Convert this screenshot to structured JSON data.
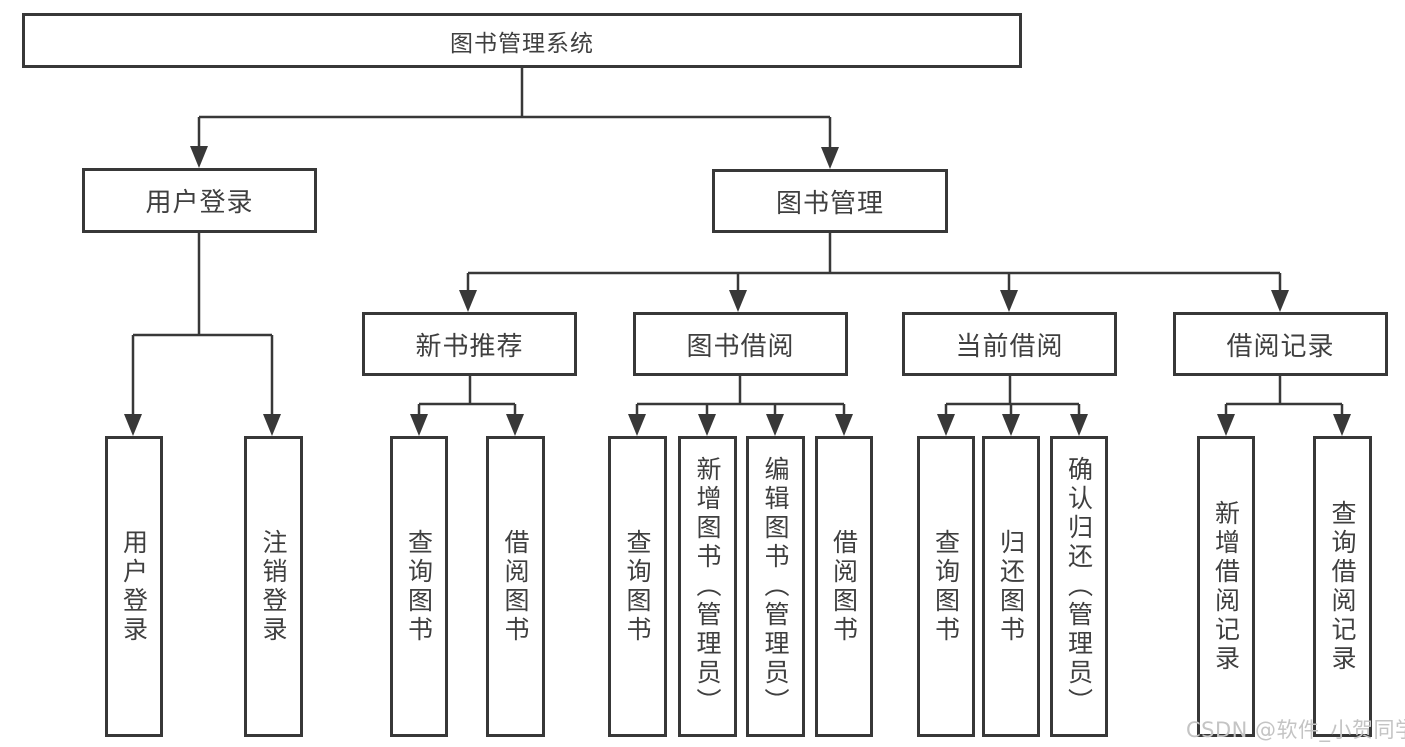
{
  "tree": {
    "root": {
      "label": "图书管理系统",
      "children": [
        {
          "label": "用户登录",
          "children": [
            {
              "label": "用户登录"
            },
            {
              "label": "注销登录"
            }
          ]
        },
        {
          "label": "图书管理",
          "children": [
            {
              "label": "新书推荐",
              "children": [
                {
                  "label": "查询图书"
                },
                {
                  "label": "借阅图书"
                }
              ]
            },
            {
              "label": "图书借阅",
              "children": [
                {
                  "label": "查询图书"
                },
                {
                  "label": "新增图书（管理员）"
                },
                {
                  "label": "编辑图书（管理员）"
                },
                {
                  "label": "借阅图书"
                }
              ]
            },
            {
              "label": "当前借阅",
              "children": [
                {
                  "label": "查询图书"
                },
                {
                  "label": "归还图书"
                },
                {
                  "label": "确认归还（管理员）"
                }
              ]
            },
            {
              "label": "借阅记录",
              "children": [
                {
                  "label": "新增借阅记录"
                },
                {
                  "label": "查询借阅记录"
                }
              ]
            }
          ]
        }
      ]
    }
  },
  "watermark": {
    "text": "CSDN @软件_小贺同学"
  },
  "colors": {
    "line": "#383838",
    "text": "#3f3f3f",
    "background": "#ffffff",
    "watermark": "#c4c4c4"
  }
}
